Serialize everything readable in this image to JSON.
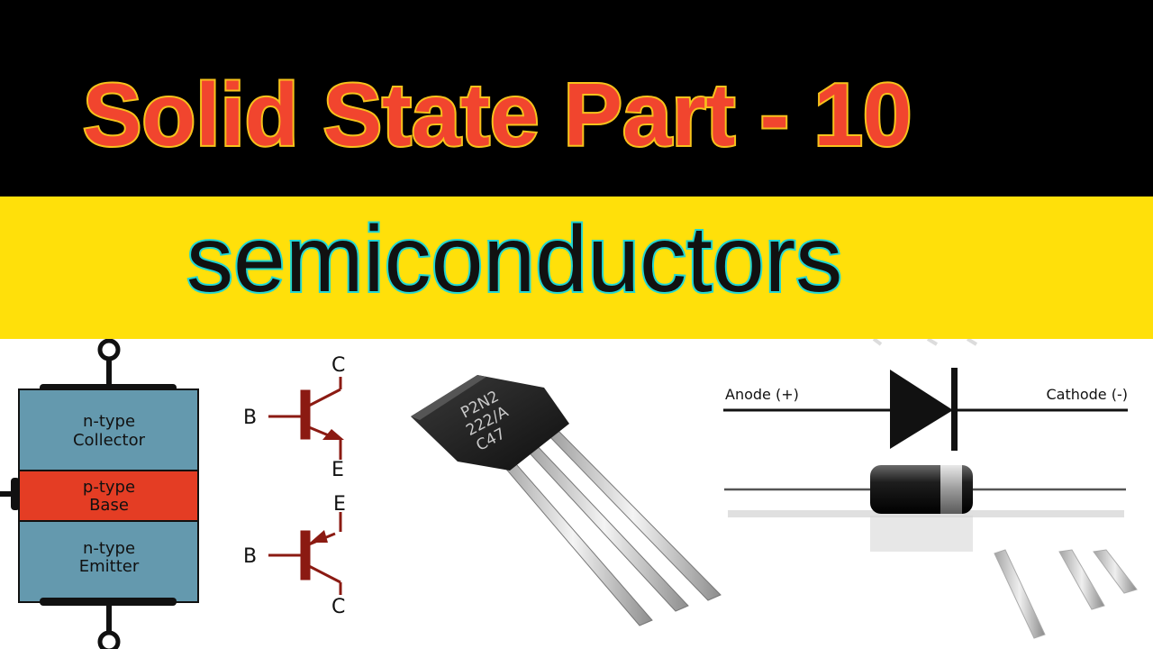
{
  "title": "Solid State Part - 10",
  "subtitle": "semiconductors",
  "colors": {
    "top_band": "#000000",
    "title_fill": "#f1452e",
    "title_outline": "#f6c21b",
    "subtitle_band": "#ffe00a",
    "subtitle_outline": "#22d6d2",
    "n_region": "#6499ae",
    "p_region": "#e43d24",
    "transistor_symbol": "#8b1a12"
  },
  "bjt_diagram": {
    "collector_line1": "n-type",
    "collector_line2": "Collector",
    "base_line1": "p-type",
    "base_line2": "Base",
    "emitter_line1": "n-type",
    "emitter_line2": "Emitter"
  },
  "npn_symbol": {
    "base": "B",
    "collector": "C",
    "emitter": "E"
  },
  "pnp_symbol": {
    "base": "B",
    "collector": "C",
    "emitter": "E"
  },
  "transistor_photo": {
    "marking_line1": "P2N2",
    "marking_line2": "222/A",
    "marking_line3": "C47"
  },
  "diode_symbol": {
    "anode_label": "Anode (+)",
    "cathode_label": "Cathode (-)"
  }
}
